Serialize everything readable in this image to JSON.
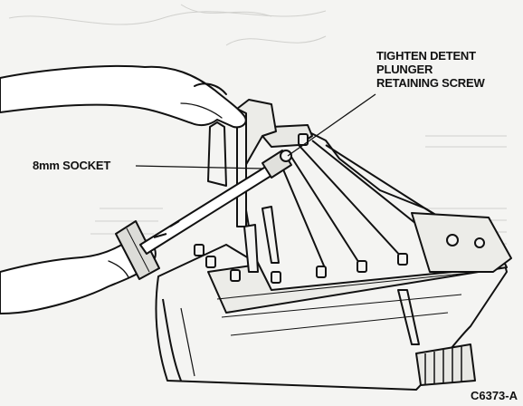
{
  "figure": {
    "callouts": {
      "detent_screw": {
        "lines": [
          "TIGHTEN DETENT",
          "PLUNGER",
          "RETAINING SCREW"
        ]
      },
      "socket": {
        "text": "8mm SOCKET"
      }
    },
    "figure_code": "C6373-A"
  },
  "colors": {
    "ink": "#111111",
    "paper": "#f4f4f2",
    "ghost": "#c8c8c4"
  }
}
